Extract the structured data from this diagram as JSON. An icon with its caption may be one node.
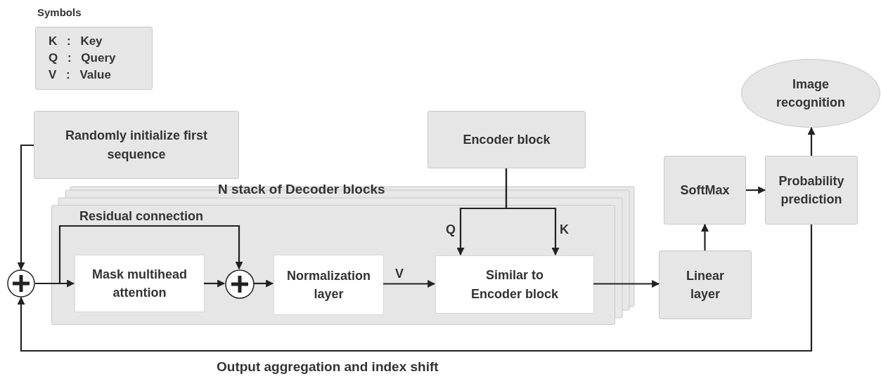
{
  "diagram": {
    "nodes": [
      {
        "text": [
          "Symbols",
          "K : Key",
          "Q : Query",
          "V : Value"
        ]
      },
      {
        "text": [
          "Randomly initialize first sequence"
        ]
      },
      {
        "text": [
          "Encoder block"
        ]
      },
      {
        "text": [
          "Image recognition"
        ]
      },
      {
        "text": [
          "N stack of Decoder blocks"
        ]
      },
      {
        "text": [],
        "shape": "circle"
      },
      {
        "text": [
          "Mask multihead attention"
        ],
        "in": 4
      },
      {
        "text": [],
        "shape": "circle",
        "in": 4
      },
      {
        "text": [
          "Normalization layer"
        ],
        "in": 4
      },
      {
        "text": [
          "Similar to Encoder block"
        ],
        "in": 4
      },
      {
        "text": [
          "SoftMax"
        ]
      },
      {
        "text": [
          "Probability prediction"
        ]
      },
      {
        "text": [
          "Linear layer"
        ]
      }
    ],
    "edges": [
      {
        "from": 1,
        "to": 5,
        "arrow": "to"
      },
      {
        "from": 5,
        "to": 6,
        "arrow": "to"
      },
      {
        "from": 5,
        "to": 7,
        "arrow": "to",
        "label": "Residual connection"
      },
      {
        "from": 6,
        "to": 7,
        "arrow": "to"
      },
      {
        "from": 7,
        "to": 8,
        "arrow": "to"
      },
      {
        "from": 8,
        "to": 9,
        "arrow": "to",
        "label": "V"
      },
      {
        "from": 2,
        "to": 9,
        "arrow": "to",
        "label": "Q"
      },
      {
        "from": 2,
        "to": 9,
        "arrow": "to",
        "label": "K"
      },
      {
        "from": 9,
        "to": 12,
        "arrow": "to"
      },
      {
        "from": 12,
        "to": 10,
        "arrow": "to"
      },
      {
        "from": 10,
        "to": 11,
        "arrow": "to"
      },
      {
        "from": 11,
        "to": 3,
        "arrow": "to"
      },
      {
        "from": 11,
        "to": 5,
        "arrow": "to",
        "label": "Output aggregation and index shift"
      }
    ]
  }
}
